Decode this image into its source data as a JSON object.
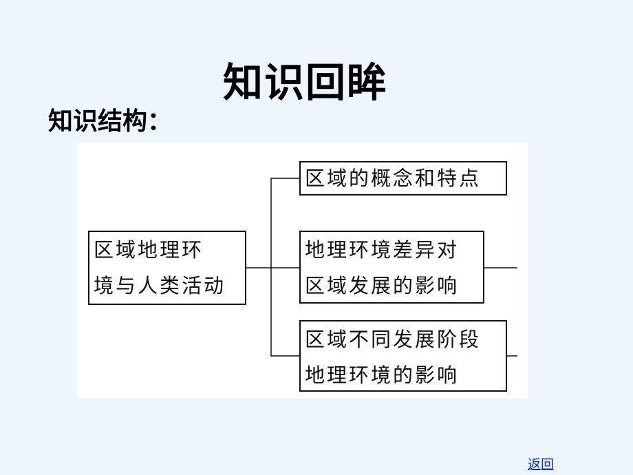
{
  "title": "知识回眸",
  "subtitle": "知识结构：",
  "diagram": {
    "root": {
      "line1": "区域地理环",
      "line2": "境与人类活动"
    },
    "branches": [
      {
        "line1": "区域的概念和特点"
      },
      {
        "line1": "地理环境差异对",
        "line2": "区域发展的影响"
      },
      {
        "line1": "区域不同发展阶段",
        "line2": "地理环境的影响"
      }
    ]
  },
  "nav": {
    "back_label": "返回"
  }
}
